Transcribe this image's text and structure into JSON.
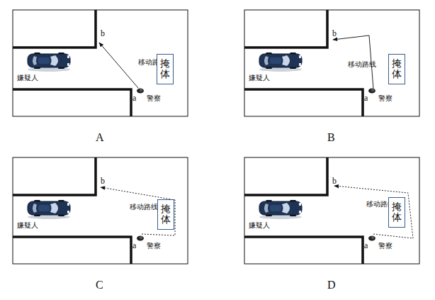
{
  "diagram": {
    "nodes": [
      {
        "text": [
          "掩体"
        ]
      },
      {
        "text": [
          "掩体"
        ]
      },
      {
        "text": [
          "掩体"
        ]
      },
      {
        "text": [
          "掩体"
        ]
      }
    ],
    "labels": [
      "b",
      "移动路线",
      "嫌疑人",
      "a",
      "警察",
      "A",
      "b",
      "移动路线",
      "嫌疑人",
      "a",
      "警察",
      "B",
      "b",
      "移动路线",
      "嫌疑人",
      "a",
      "警察",
      "C",
      "b",
      "移动路线",
      "嫌疑人",
      "a",
      "警察",
      "D"
    ]
  }
}
